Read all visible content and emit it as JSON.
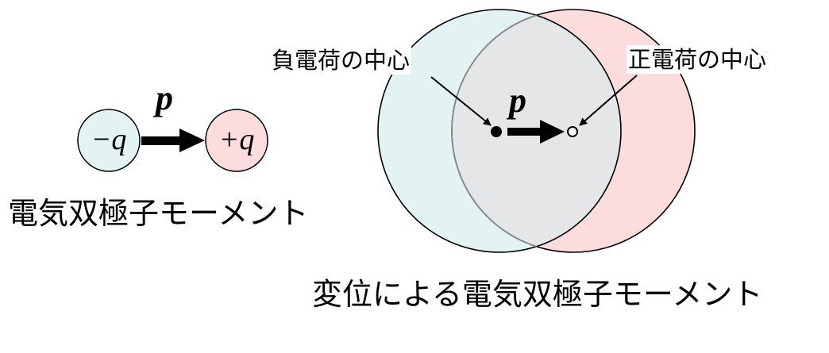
{
  "simple_dipole": {
    "neg_charge": "−q",
    "pos_charge": "+q",
    "moment_symbol": "p",
    "caption": "電気双極子モーメント",
    "colors": {
      "neg_fill": "#e3f2f2",
      "pos_fill": "#fcdcdc"
    }
  },
  "displacement_dipole": {
    "moment_symbol": "p",
    "neg_center_label": "負電荷の中心",
    "pos_center_label": "正電荷の中心",
    "caption": "変位による電気双極子モーメント",
    "colors": {
      "neg_fill": "#e3f2f2",
      "pos_fill": "#fcdcdc",
      "overlap_fill": "#e4e6e8"
    }
  }
}
